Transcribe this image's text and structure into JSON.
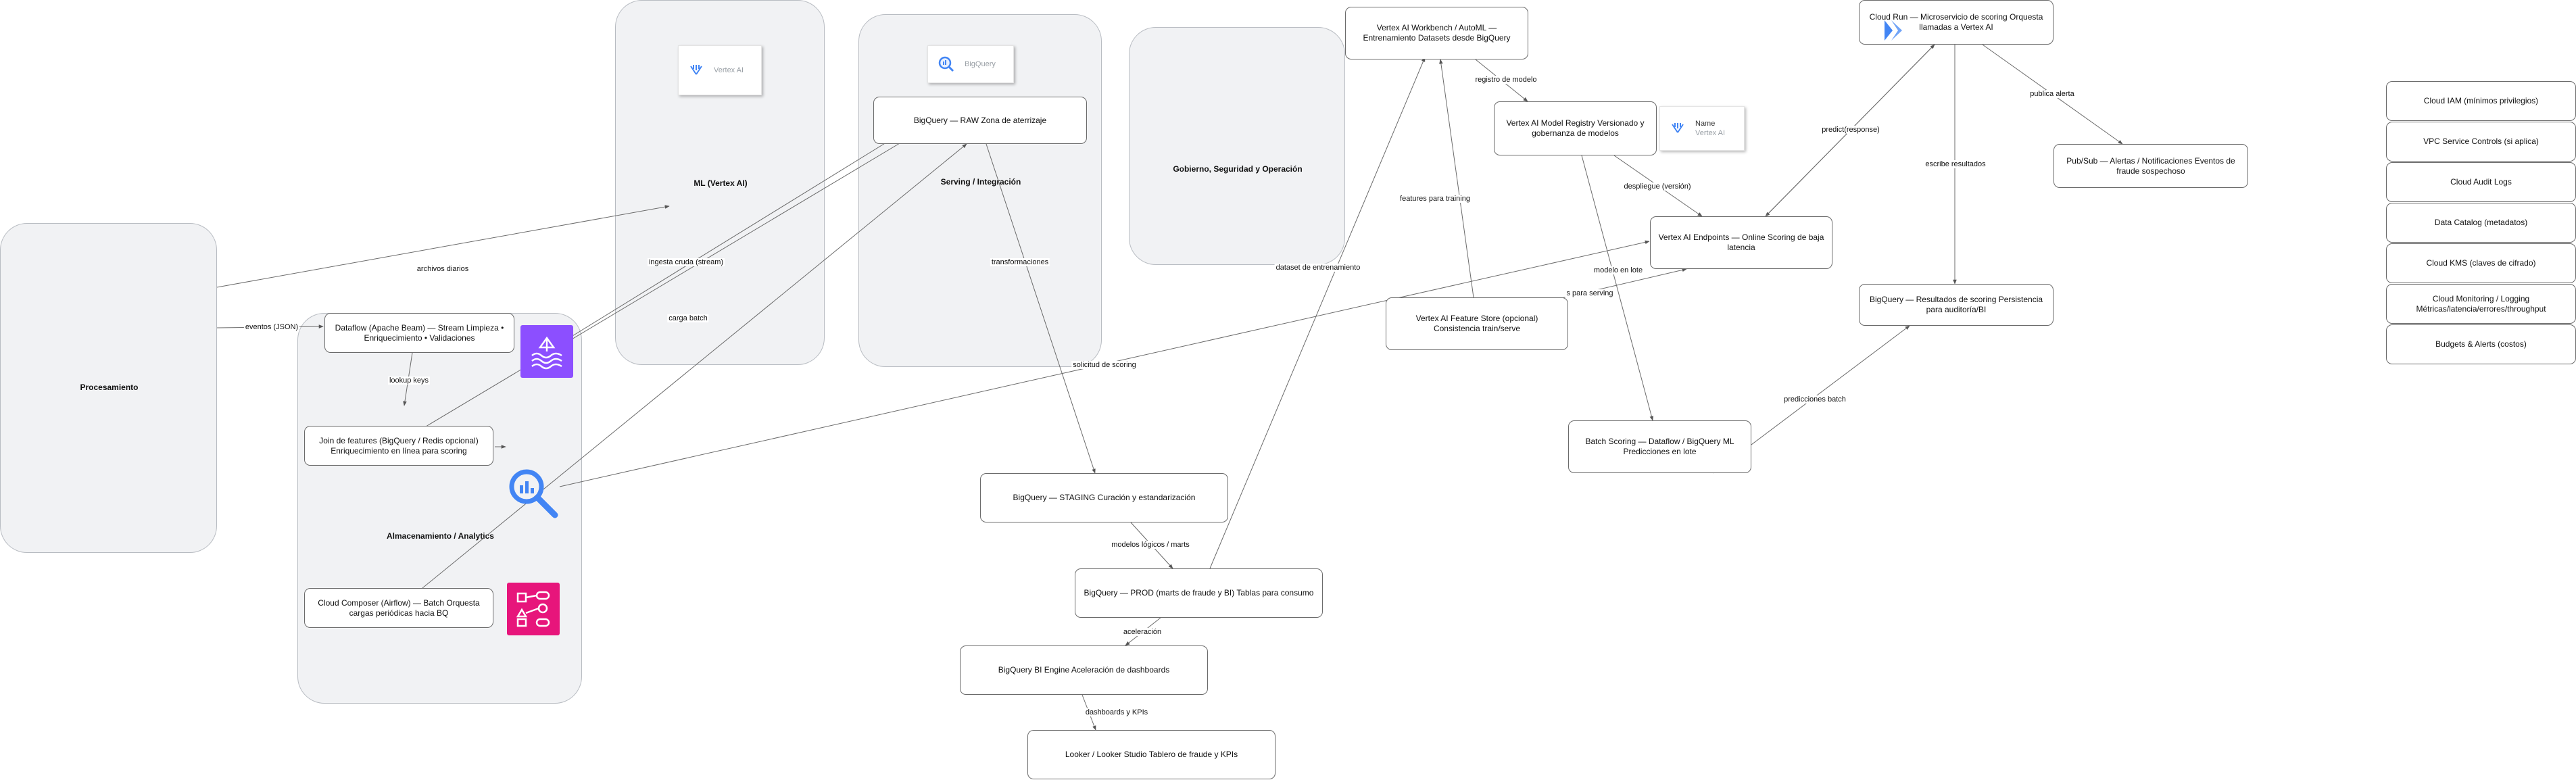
{
  "groups": {
    "procesamiento": "Procesamiento",
    "almacenamiento": "Almacenamiento / Analytics",
    "ml": "ML (Vertex AI)",
    "serving": "Serving / Integración",
    "gobierno": "Gobierno, Seguridad y Operación"
  },
  "cards": {
    "vertex": "Vertex AI",
    "bigquery": "BigQuery",
    "name_title": "Name",
    "name_sub": "Vertex AI"
  },
  "nodes": {
    "dataflow": "Dataflow (Apache Beam) — Stream Limpieza • Enriquecimiento • Validaciones",
    "join": "Join de features (BigQuery / Redis opcional) Enriquecimiento en línea para scoring",
    "composer": "Cloud Composer (Airflow) — Batch Orquesta cargas periódicas hacia BQ",
    "bq_raw": "BigQuery — RAW Zona de aterrizaje",
    "bq_staging": "BigQuery — STAGING Curación y estandarización",
    "bq_prod": "BigQuery — PROD (marts de fraude y BI) Tablas para consumo",
    "bi_engine": "BigQuery BI Engine Aceleración de dashboards",
    "looker": "Looker / Looker Studio Tablero de fraude y KPIs",
    "workbench": "Vertex AI Workbench / AutoML — Entrenamiento Datasets desde BigQuery",
    "registry": "Vertex AI Model Registry Versionado y gobernanza de modelos",
    "endpoints": "Vertex AI Endpoints — Online Scoring de baja latencia",
    "feature_store": "Vertex AI Feature Store (opcional) Consistencia train/serve",
    "batch_scoring": "Batch Scoring — Dataflow / BigQuery ML Predicciones en lote",
    "cloud_run": "Cloud Run — Microservicio de scoring Orquesta llamadas a Vertex AI",
    "pubsub": "Pub/Sub — Alertas / Notificaciones Eventos de fraude sospechoso",
    "bq_results": "BigQuery — Resultados de scoring Persistencia para auditoría/BI"
  },
  "governance": [
    "Cloud IAM (mínimos privilegios)",
    "VPC Service Controls (si aplica)",
    "Cloud Audit Logs",
    "Data Catalog (metadatos)",
    "Cloud KMS (claves de cifrado)",
    "Cloud Monitoring / Logging Métricas/latencia/errores/throughput",
    "Budgets & Alerts (costos)"
  ],
  "edge_labels": {
    "archivos": "archivos diarios",
    "eventos": "eventos (JSON)",
    "lookup": "lookup keys",
    "ingesta": "ingesta cruda (stream)",
    "carga": "carga batch",
    "transformaciones": "transformaciones",
    "modelos": "modelos lógicos / marts",
    "aceleracion": "aceleración",
    "dashboards": "dashboards y KPIs",
    "dataset": "dataset de entrenamiento",
    "registro": "registro de modelo",
    "despliegue": "despliegue (versión)",
    "features_training": "features para training",
    "features_serving": "s para serving",
    "modelo_lote": "modelo en lote",
    "solicitud": "solicitud de scoring",
    "predict": "predict(response)",
    "publica": "publica alerta",
    "escribe": "escribe resultados",
    "predicciones": "predicciones batch"
  },
  "colors": {
    "group_fill": "#f1f2f4",
    "aws_purple": "#8c4fff",
    "aws_pink": "#e7157b",
    "gcp_blue": "#4285f4"
  }
}
